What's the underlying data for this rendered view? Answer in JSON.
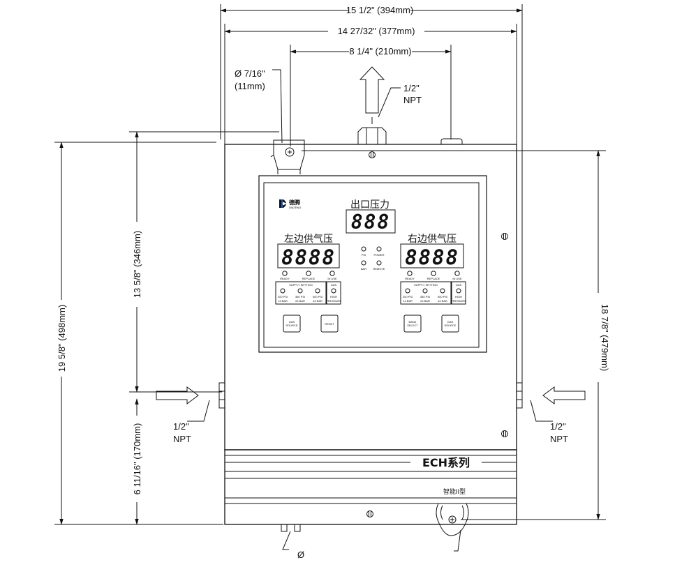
{
  "dimensions": {
    "width_total": "15 1/2\" (394mm)",
    "width_mount": "14 27/32\" (377mm)",
    "width_inlet": "8 1/4\" (210mm)",
    "height_total": "19 5/8\" (498mm)",
    "height_upper": "13 5/8\" (346mm)",
    "height_lower": "6 11/16\" (170mm)",
    "height_right": "18 7/8\" (479mm)",
    "hole_dia": "Ø 7/16\"",
    "hole_mm": "(11mm)",
    "bottom_dia": "Ø"
  },
  "ports": {
    "top_size": "1/2\"",
    "top_type": "NPT",
    "left_size": "1/2\"",
    "left_type": "NPT",
    "right_size": "1/2\"",
    "right_type": "NPT"
  },
  "panel": {
    "brand_cn": "德腾",
    "brand_en": "DIATENG",
    "outlet_title": "出口压力",
    "outlet_display": "888",
    "left_title": "左边供气压",
    "left_display": "8888",
    "right_title": "右边供气压",
    "right_display": "8888",
    "center_leds": [
      "PSI",
      "POWER",
      "BAR",
      "REMOTE"
    ],
    "status_labels": [
      "READY",
      "REPLACE",
      "IN USE"
    ],
    "supply_header": "SUPPLY SETTING",
    "supply_options": [
      {
        "psi": "200 PSI",
        "bar": "14 BAR"
      },
      {
        "psi": "350 PSI",
        "bar": "24 BAR"
      },
      {
        "psi": "500 PSI",
        "bar": "34 BAR"
      }
    ],
    "gas_box": {
      "top": "GAS",
      "mid": "HIGH",
      "bottom": "PRESSURE"
    },
    "buttons_left": [
      {
        "line1": "GAS",
        "line2": "SOURCE"
      },
      {
        "line1": "RESET",
        "line2": ""
      }
    ],
    "buttons_right": [
      {
        "line1": "BANK",
        "line2": "SELECT"
      },
      {
        "line1": "GAS",
        "line2": "SOURCE"
      }
    ]
  },
  "series_label": "ECH系列",
  "model_label": "智能II型"
}
